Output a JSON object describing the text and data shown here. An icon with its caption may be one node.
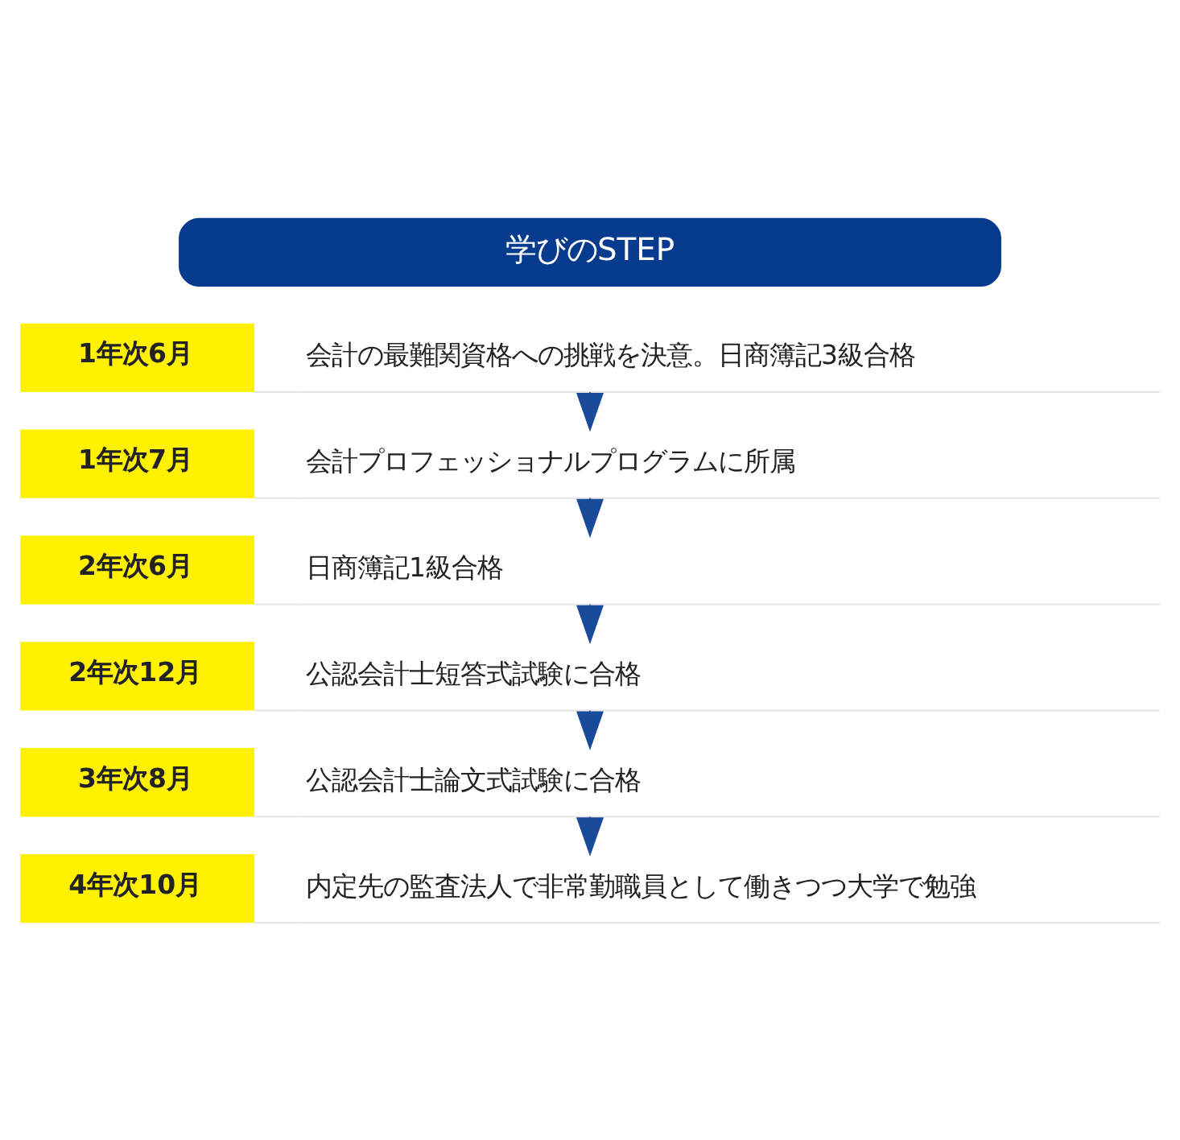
{
  "diagram": {
    "nodes": [
      {
        "text": [
          "学びのSTEP"
        ]
      },
      {
        "text": [
          "1年次6月",
          "会計の最難関資格への挑戦を決意。日商簿記3級合格"
        ]
      },
      {
        "text": [
          "1年次7月",
          "会計プロフェッショナルプログラムに所属"
        ]
      },
      {
        "text": [
          "2年次6月",
          "日商簿記1級合格"
        ]
      },
      {
        "text": [
          "2年次12月",
          "公認会計士短答式試験に合格"
        ]
      },
      {
        "text": [
          "3年次8月",
          "公認会計士論文式試験に合格"
        ]
      },
      {
        "text": [
          "4年次10月",
          "内定先の監査法人で非常勤職員として働きつつ大学で勉強"
        ]
      }
    ],
    "edges": [
      {
        "from": 1,
        "to": 2,
        "arrow": "to"
      },
      {
        "from": 2,
        "to": 3,
        "arrow": "to"
      },
      {
        "from": 3,
        "to": 4,
        "arrow": "to"
      },
      {
        "from": 4,
        "to": 5,
        "arrow": "to"
      },
      {
        "from": 5,
        "to": 6,
        "arrow": "to"
      }
    ]
  }
}
